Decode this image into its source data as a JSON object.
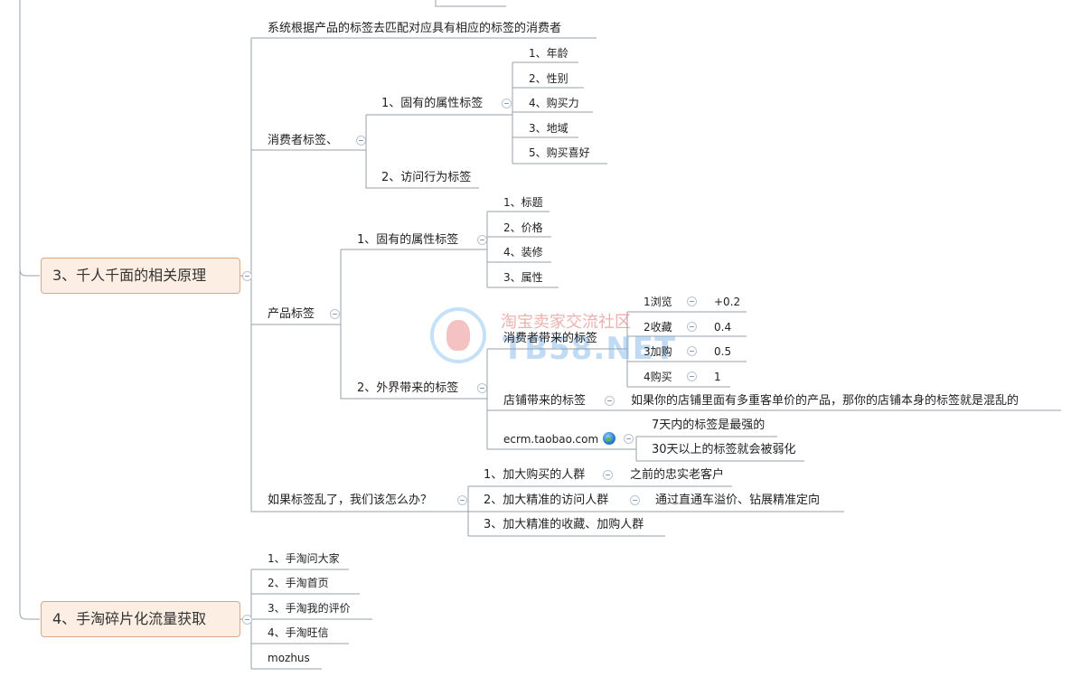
{
  "section3": {
    "title": "3、千人千面的相关原理",
    "intro": "系统根据产品的标签去匹配对应具有相应的标签的消费者",
    "consumer_tags": {
      "label": "消费者标签、",
      "inherent": {
        "label": "1、固有的属性标签",
        "items": [
          "1、年龄",
          "2、性别",
          "4、购买力",
          "3、地域",
          "5、购买喜好"
        ]
      },
      "visit": {
        "label": "2、访问行为标签"
      }
    },
    "product_tags": {
      "label": "产品标签",
      "inherent": {
        "label": "1、固有的属性标签",
        "items": [
          "1、标题",
          "2、价格",
          "4、装修",
          "3、属性"
        ]
      },
      "external": {
        "label": "2、外界带来的标签",
        "consumer": {
          "label": "消费者带来的标签",
          "actions": [
            {
              "name": "1浏览",
              "weight": "+0.2"
            },
            {
              "name": "2收藏",
              "weight": "0.4"
            },
            {
              "name": "3加购",
              "weight": "0.5"
            },
            {
              "name": "4购买",
              "weight": "1"
            }
          ]
        },
        "shop": {
          "label": "店铺带来的标签",
          "note": "如果你的店铺里面有多重客单价的产品，那你的店铺本身的标签就是混乱的"
        },
        "ecrm": {
          "label": "ecrm.taobao.com",
          "items": [
            "7天内的标签是最强的",
            "30天以上的标签就会被弱化"
          ]
        }
      }
    },
    "chaos": {
      "label": "如果标签乱了，我们该怎么办？",
      "items": [
        {
          "label": "1、加大购买的人群",
          "note": "之前的忠实老客户"
        },
        {
          "label": "2、加大精准的访问人群",
          "note": "通过直通车溢价、钻展精准定向"
        },
        {
          "label": "3、加大精准的收藏、加购人群",
          "note": ""
        }
      ]
    }
  },
  "section4": {
    "title": "4、手淘碎片化流量获取",
    "items": [
      "1、手淘问大家",
      "2、手淘首页",
      "3、手淘我的评价",
      "4、手淘旺信",
      "mozhus"
    ]
  },
  "watermark": {
    "line1": "淘宝卖家交流社区",
    "line2": "TB58.NET"
  },
  "colors": {
    "node_fill": "#fdeee3",
    "node_border": "#d9a88a",
    "line": "#9aa0a6",
    "collapse_icon": "#8a9bb0"
  },
  "icons": {
    "collapse": "collapse-minus-icon",
    "link": "globe-link-icon"
  }
}
